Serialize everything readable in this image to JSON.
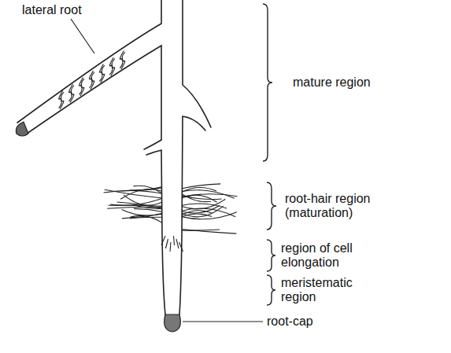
{
  "diagram": {
    "labels": [
      "lateral root",
      "mature region",
      "root-hair region (maturation)",
      "region of cell elongation",
      "meristematic region",
      "root-cap"
    ]
  }
}
